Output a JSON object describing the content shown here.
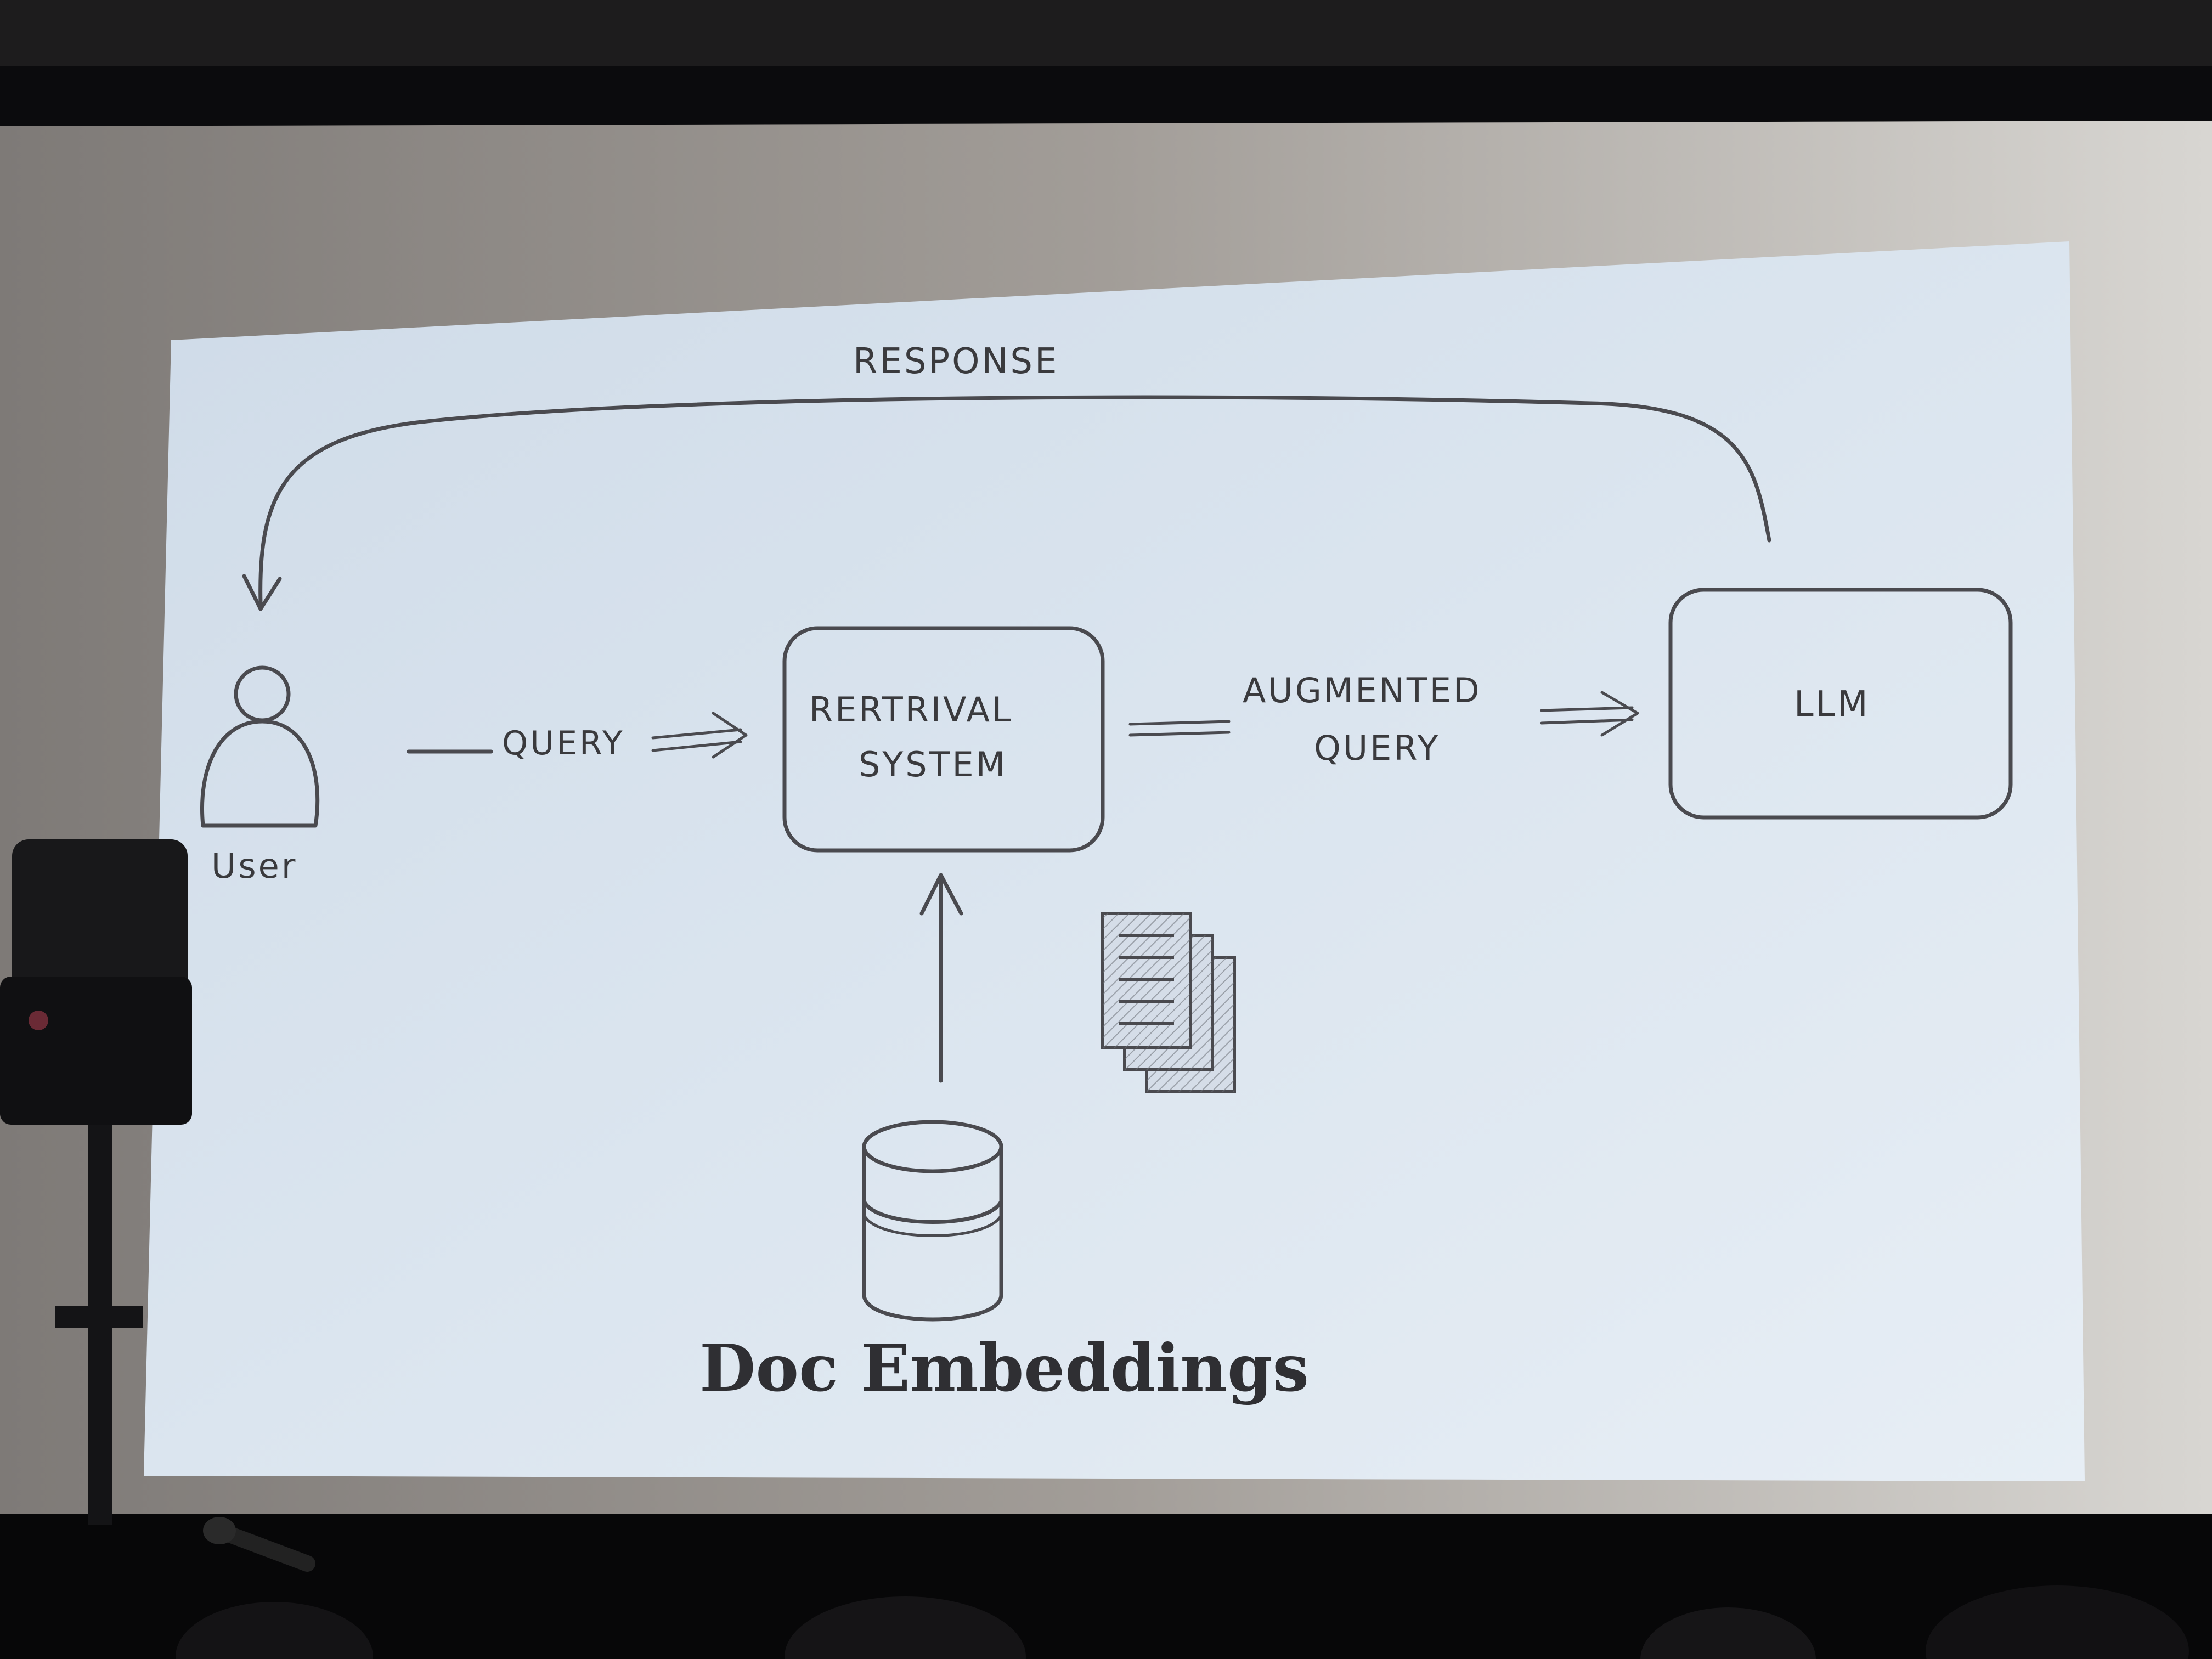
{
  "diagram": {
    "response_label": "RESPONSE",
    "query_label": "QUERY",
    "retrieval_system_line1": "RERTRIVAL",
    "retrieval_system_line2": "SYSTEM",
    "augmented_query_line1": "AUGMENTED",
    "augmented_query_line2": "QUERY",
    "llm_label": "LLM",
    "user_label": "User",
    "doc_embeddings_label": "Doc Embeddings"
  },
  "colors": {
    "screen": "#d9e3ee",
    "ink": "#3a3a3d",
    "room_wall": "#8e8a86",
    "black_border": "#0b0b0d"
  },
  "icons": [
    "user-icon",
    "database-icon",
    "documents-icon",
    "camera-tripod"
  ]
}
